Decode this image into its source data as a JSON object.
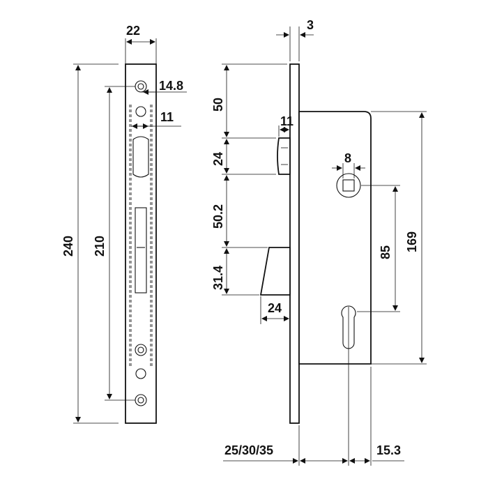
{
  "drawing": {
    "faceplate_width": "22",
    "screw_offset": "14.8",
    "cylinder_slot_offset": "11",
    "faceplate_height": "240",
    "screw_spacing": "210",
    "faceplate_thickness": "3",
    "latch_top_offset": "50",
    "latch_projection": "11",
    "latch_height": "24",
    "latch_to_bolt_gap": "50.2",
    "bolt_height": "31.4",
    "bolt_projection": "24",
    "spindle_size": "8",
    "spindle_to_cylinder": "85",
    "case_height": "169",
    "backset": "25/30/35",
    "case_depth_to_cylinder": "15.3"
  },
  "colors": {
    "line": "#111111",
    "background": "#ffffff"
  }
}
